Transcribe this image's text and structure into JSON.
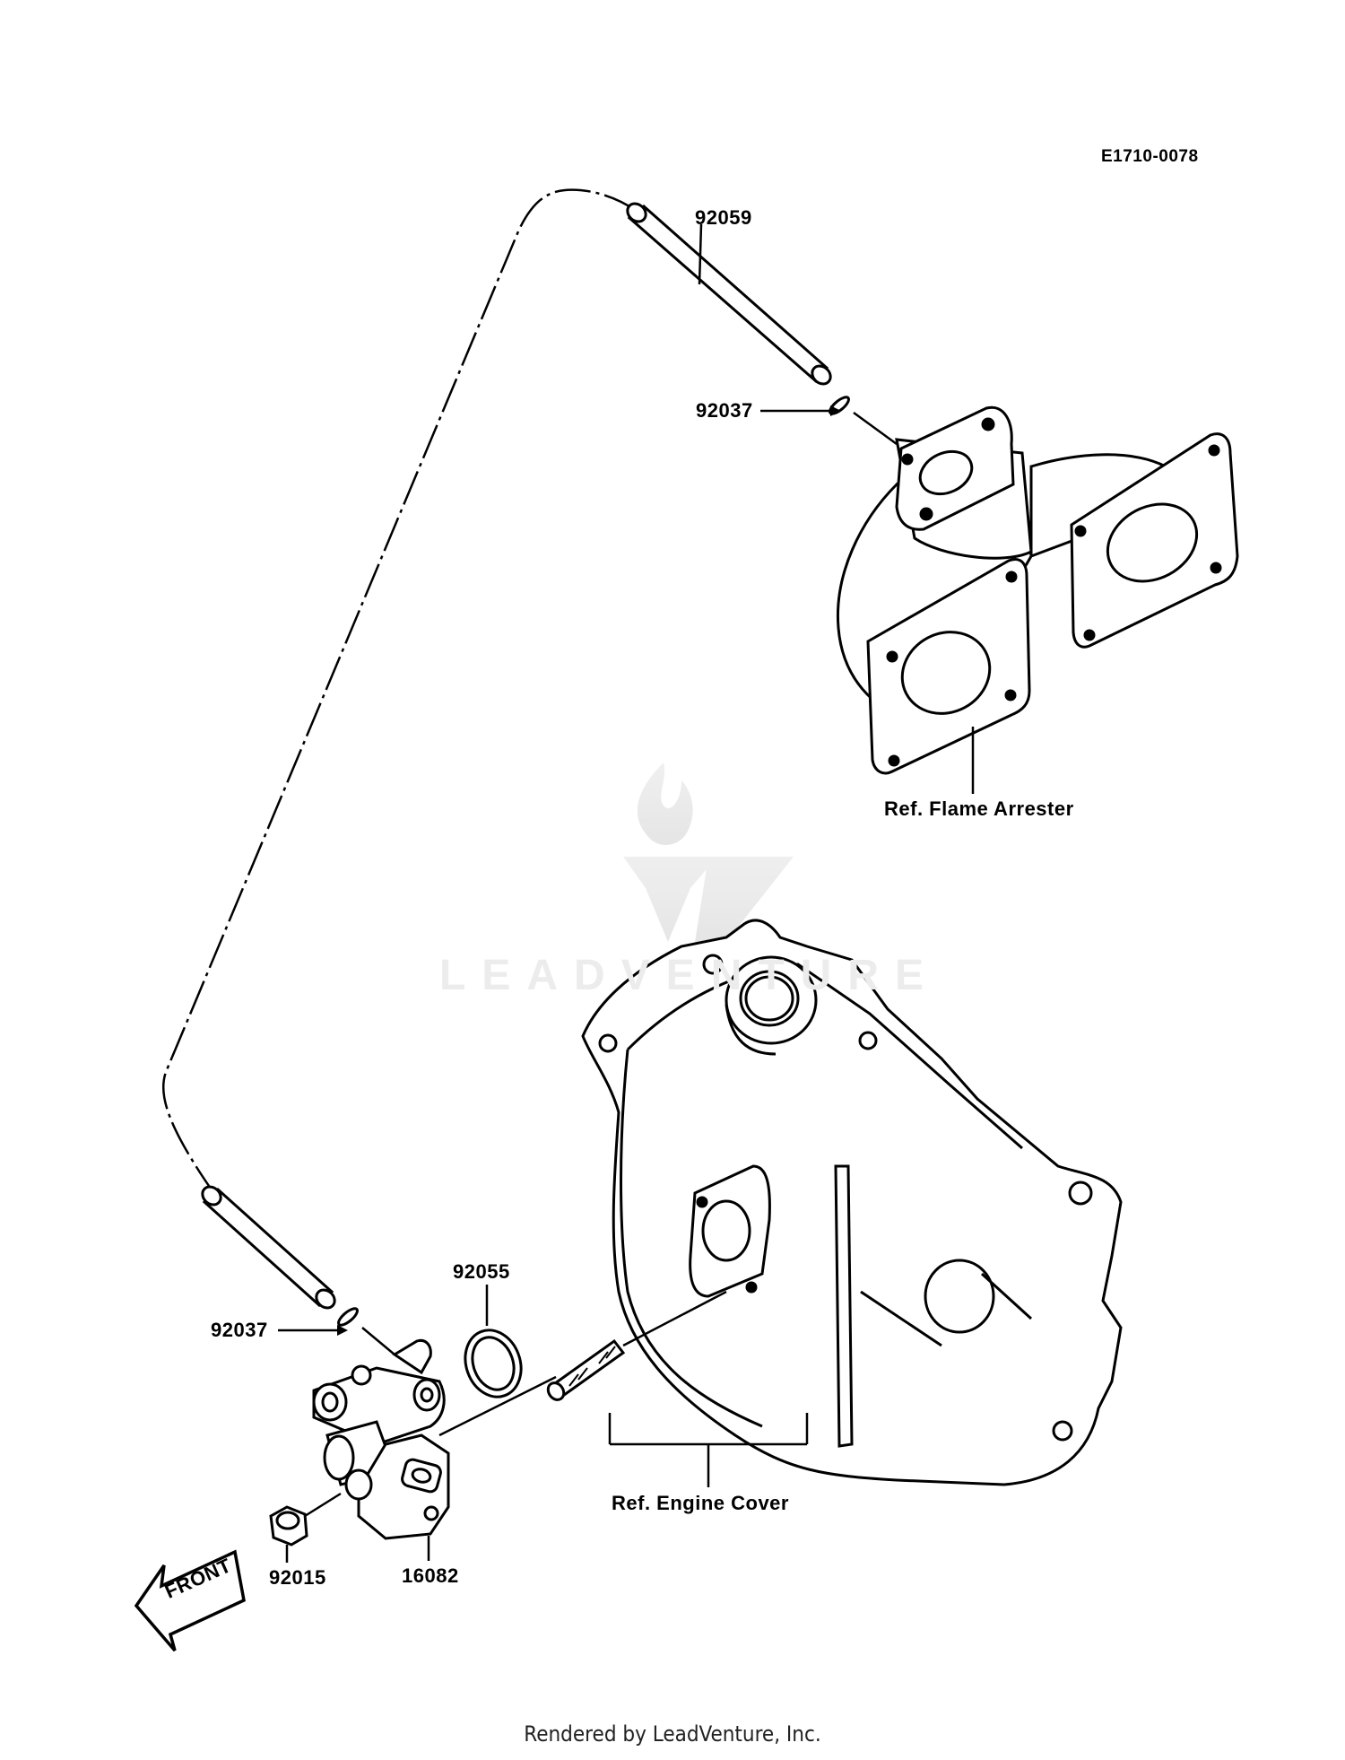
{
  "diagram_id": "E1710-0078",
  "watermark": {
    "text": "LEADVENTURE"
  },
  "parts": [
    {
      "number": "92059",
      "name": "hose"
    },
    {
      "number": "92037",
      "name": "clamp"
    },
    {
      "number": "92037",
      "name": "clamp"
    },
    {
      "number": "92055",
      "name": "o-ring"
    },
    {
      "number": "92015",
      "name": "nut"
    },
    {
      "number": "16082",
      "name": "valve-body"
    }
  ],
  "refs": {
    "flame_arrester": "Ref. Flame Arrester",
    "engine_cover": "Ref. Engine Cover"
  },
  "front_label": "FRONT",
  "footer": "Rendered by LeadVenture, Inc."
}
